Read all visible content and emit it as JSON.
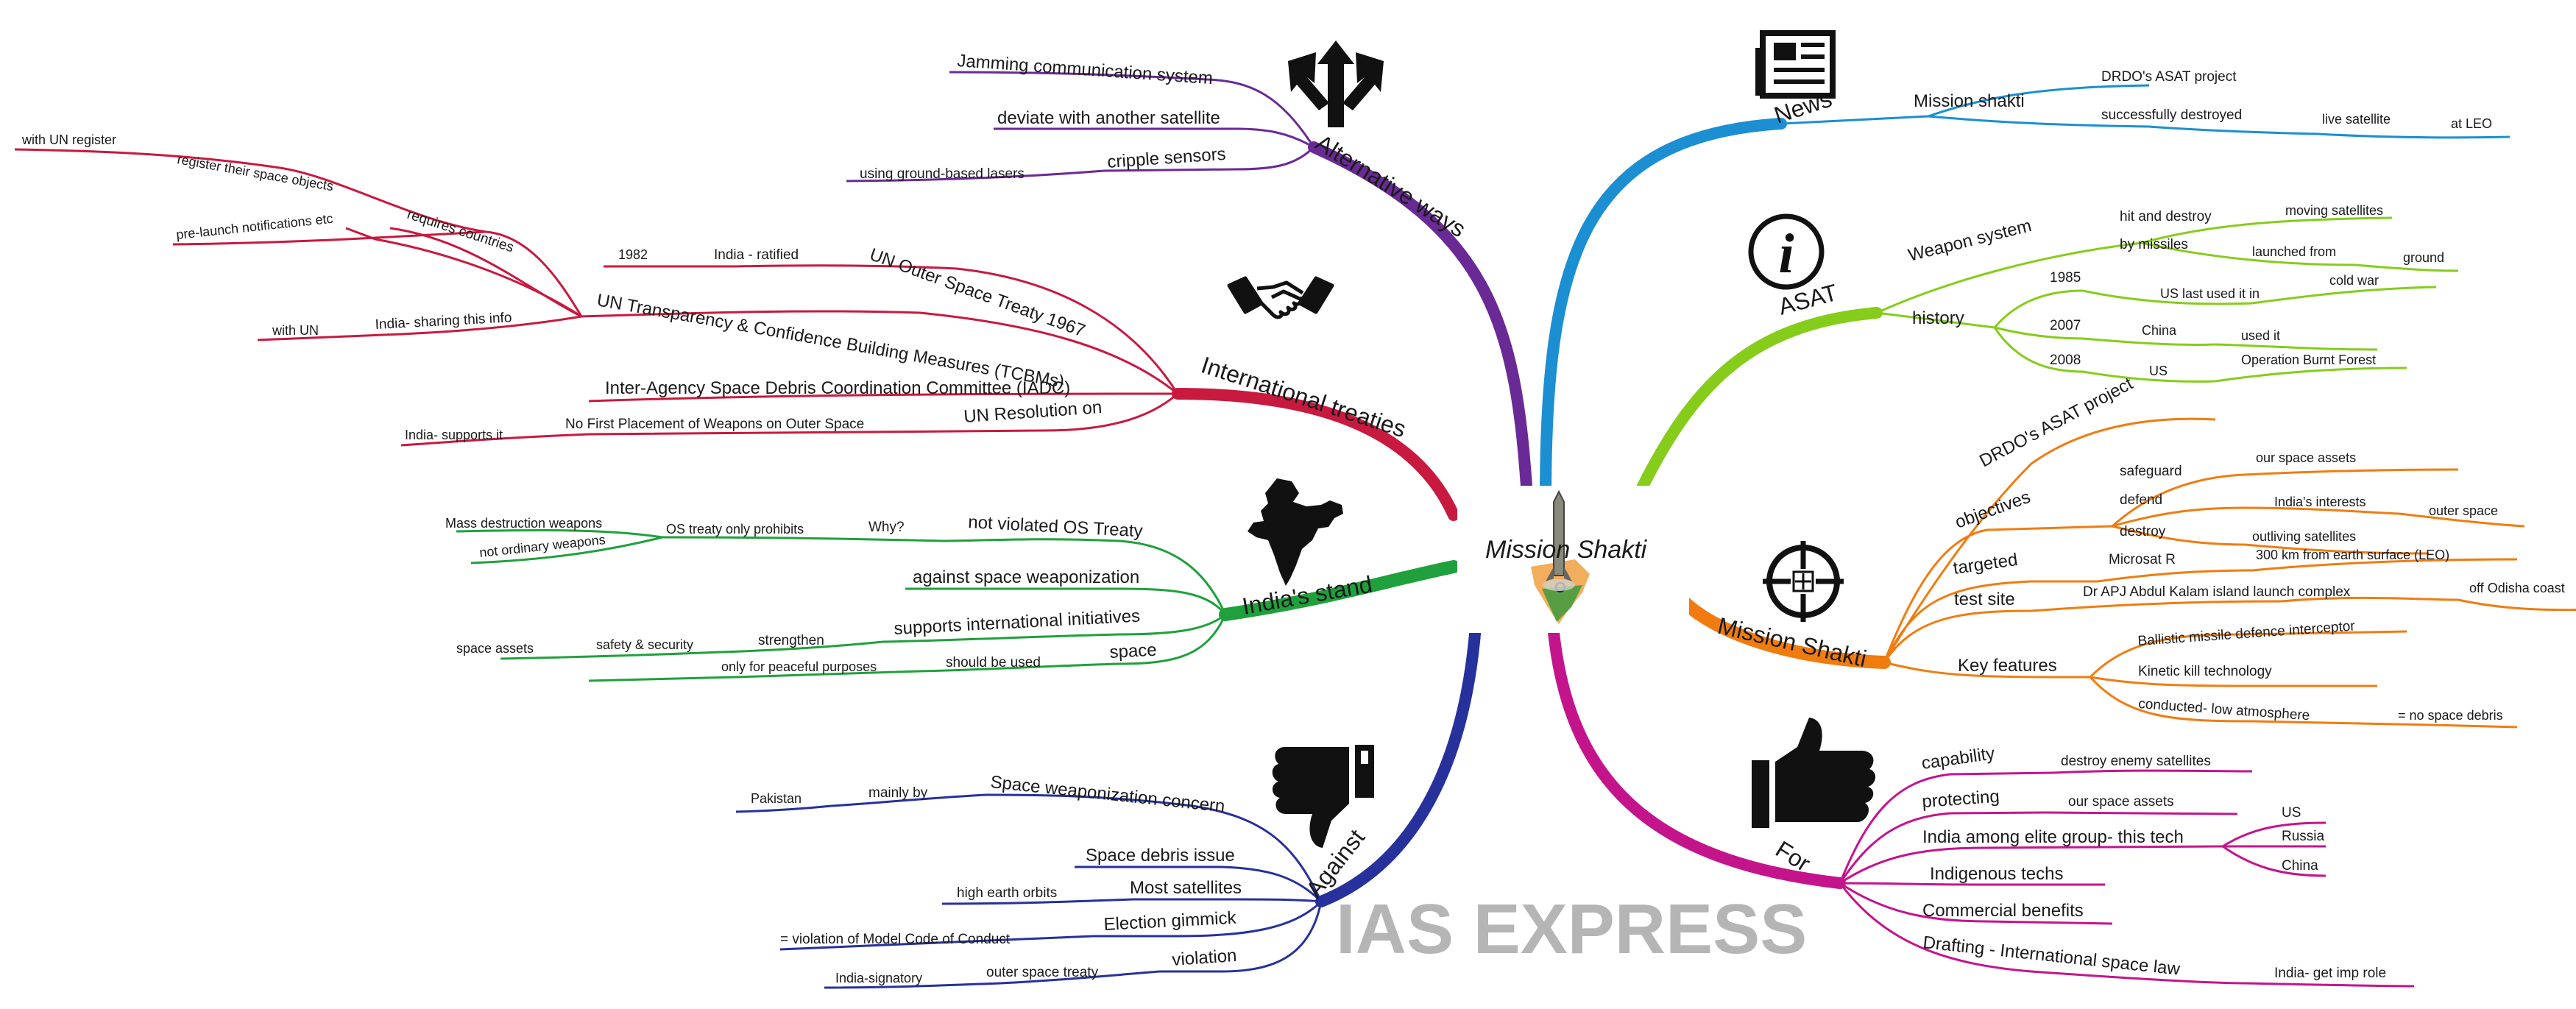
{
  "center": {
    "title": "Mission Shakti"
  },
  "watermark": "IAS EXPRESS",
  "colors": {
    "news": "#1b8fd1",
    "asat": "#86cc1b",
    "mission": "#f07c10",
    "for": "#c4148c",
    "against": "#26319c",
    "stand": "#20a03c",
    "treaties": "#c8193f",
    "alternative": "#6a2a96"
  },
  "icons": {
    "news": "newspaper-icon",
    "asat": "info-icon",
    "mission": "crosshair-icon",
    "for": "thumbs-up-icon",
    "against": "thumbs-down-icon",
    "stand": "india-map-icon",
    "treaties": "handshake-icon",
    "alternative": "arrows-icon"
  },
  "branches": {
    "news": {
      "title": "News",
      "mission_shakti": "Mission shakti",
      "drdo": "DRDO's ASAT project",
      "destroyed": "successfully destroyed",
      "live": "live satellite",
      "leo": "at LEO"
    },
    "asat": {
      "title": "ASAT",
      "weapon": "Weapon system",
      "hit": "hit and destroy",
      "moving": "moving satellites",
      "missiles": "by missiles",
      "launched": "launched from",
      "ground": "ground",
      "history": "history",
      "y1985": "1985",
      "us_last": "US last used it in",
      "cold": "cold war",
      "y2007": "2007",
      "china": "China",
      "used": "used it",
      "y2008": "2008",
      "us": "US",
      "burnt": "Operation Burnt Forest"
    },
    "mission": {
      "title": "Mission Shakti",
      "drdo": "DRDO's ASAT project",
      "objectives": "objectives",
      "safeguard": "safeguard",
      "our_assets": "our space assets",
      "defend": "defend",
      "interests": "India's interests",
      "outer": "outer space",
      "destroy": "destroy",
      "outliving": "outliving satellites",
      "targeted": "targeted",
      "microsat": "Microsat R",
      "km": "300 km from earth surface (LEO)",
      "test_site": "test site",
      "kalam": "Dr APJ Abdul Kalam island launch complex",
      "odisha": "off Odisha coast",
      "key": "Key features",
      "ballistic": "Ballistic missile defence interceptor",
      "kinetic": "Kinetic kill technology",
      "conducted": "conducted- low atmosphere",
      "debris": "= no space debris"
    },
    "for": {
      "title": "For",
      "capability": "capability",
      "destroy_enemy": "destroy enemy satellites",
      "protecting": "protecting",
      "our_assets": "our space assets",
      "elite": "India among elite group- this tech",
      "us": "US",
      "russia": "Russia",
      "china": "China",
      "indigenous": "Indigenous techs",
      "commercial": "Commercial benefits",
      "drafting": "Drafting - International space law",
      "role": "India- get imp role"
    },
    "against": {
      "title": "Against",
      "concern": "Space weaponization concern",
      "mainly": "mainly by",
      "pakistan": "Pakistan",
      "debris": "Space debris issue",
      "most": "Most satellites",
      "high": "high earth orbits",
      "election": "Election gimmick",
      "mcc": "= violation of Model Code of Conduct",
      "violation": "violation",
      "ost": "outer space treaty",
      "signatory": "India-signatory"
    },
    "stand": {
      "title": "India's stand",
      "not_violated": "not violated OS Treaty",
      "why": "Why?",
      "prohibits": "OS treaty only prohibits",
      "mass": "Mass destruction weapons",
      "ordinary": "not ordinary weapons",
      "against_weap": "against space weaponization",
      "supports": "supports international initiatives",
      "strengthen": "strengthen",
      "safety": "safety & security",
      "assets": "space assets",
      "space": "space",
      "should": "should be used",
      "peaceful": "only for peaceful purposes"
    },
    "treaties": {
      "title": "International treaties",
      "ost1967": "UN Outer Space Treaty 1967",
      "ratified": "India - ratified",
      "y1982": "1982",
      "tcbm": "UN Transparency & Confidence Building Measures (TCBMs)",
      "requires": "requires countries",
      "register": "register their space objects",
      "un_register": "with UN register",
      "prelaunch": "pre-launch notifications etc",
      "sharing": "India- sharing this info",
      "with_un": "with UN",
      "iadc": "Inter-Agency Space Debris Coordination Committee (IADC)",
      "resolution": "UN Resolution on",
      "no_first": "No First Placement of Weapons on Outer Space",
      "supports": "India- supports it"
    },
    "alternative": {
      "title": "Alternative ways",
      "jamming": "Jamming communication system",
      "deviate": "deviate with another satellite",
      "cripple": "cripple sensors",
      "lasers": "using ground-based lasers"
    }
  }
}
